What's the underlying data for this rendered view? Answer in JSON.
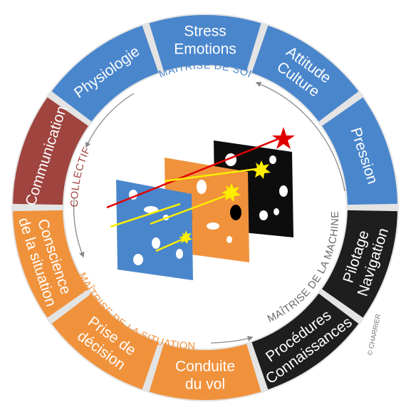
{
  "colors": {
    "blue": "#4a86cc",
    "red": "#a0443f",
    "orange": "#f0923c",
    "black": "#1e1e1e",
    "ring": "#e4e4e4",
    "arrow": "#8a8a8a",
    "laser": "#e00000",
    "spark": "#ffee00"
  },
  "segments": [
    {
      "id": "stress",
      "lines": [
        "Stress",
        "Emotions"
      ],
      "color": "blue"
    },
    {
      "id": "attitude",
      "lines": [
        "Attitude",
        "Culture"
      ],
      "color": "blue"
    },
    {
      "id": "pression",
      "lines": [
        "Pression"
      ],
      "color": "blue"
    },
    {
      "id": "pilotage",
      "lines": [
        "Pilotage",
        "Navigation"
      ],
      "color": "black"
    },
    {
      "id": "procedures",
      "lines": [
        "Procédures",
        "Connaissances"
      ],
      "color": "black"
    },
    {
      "id": "conduite",
      "lines": [
        "Conduite",
        "du vol"
      ],
      "color": "orange"
    },
    {
      "id": "prise",
      "lines": [
        "Prise de",
        "décision"
      ],
      "color": "orange"
    },
    {
      "id": "conscience",
      "lines": [
        "Conscience",
        "de la situation"
      ],
      "color": "orange"
    },
    {
      "id": "communication",
      "lines": [
        "Communication"
      ],
      "color": "red"
    },
    {
      "id": "physiologie",
      "lines": [
        "Physiologie"
      ],
      "color": "blue"
    }
  ],
  "arc_labels": {
    "soi": {
      "text": "MAÎTRISE DE SOI",
      "color": "#4a86cc"
    },
    "machine": {
      "text": "MAÎTRISE DE LA MACHINE",
      "color": "#6a6a6a"
    },
    "situation": {
      "text": "MAÎTRISE DE LA SITUATION",
      "color": "#f0923c"
    },
    "collectif": {
      "text": "COLLECTIF",
      "color": "#a0443f"
    }
  },
  "copyright": "© CHARRIER"
}
